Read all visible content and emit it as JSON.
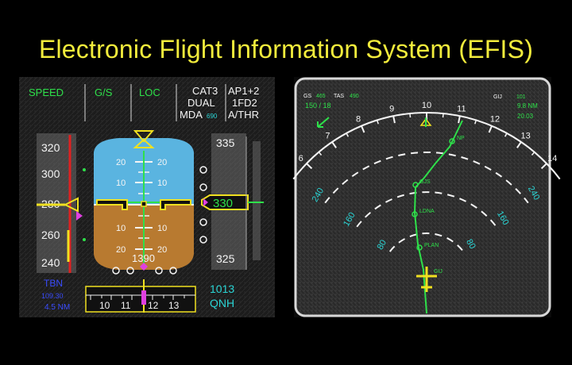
{
  "title": "Electronic Flight Information System (EFIS)",
  "colors": {
    "title": "#f2ec3c",
    "green": "#2ee04a",
    "white": "#f4f4f4",
    "cyan": "#2ad4d4",
    "magenta": "#e040e0",
    "yellow": "#f0e020",
    "red": "#e02020",
    "sky": "#5ab4e0",
    "ground": "#b87a30",
    "panel": "#1e1e1e"
  },
  "pfd": {
    "fma": {
      "speed": "SPEED",
      "gs": "G/S",
      "loc": "LOC",
      "cat": "CAT3",
      "dual": "DUAL",
      "mda": "MDA",
      "mda_value": "690",
      "ap": "AP1+2",
      "fd": "1FD2",
      "athr": "A/THR"
    },
    "speed_tape": [
      "320",
      "300",
      "280",
      "260",
      "240"
    ],
    "pitch_up": [
      "20",
      "10"
    ],
    "pitch_down": [
      "10",
      "20"
    ],
    "alt_tape": {
      "top": "335",
      "current": "330",
      "bottom": "325"
    },
    "radio_alt": "1390",
    "heading": [
      "10",
      "11",
      "12",
      "13"
    ],
    "baro_value": "1013",
    "baro_unit": "QNH",
    "ils_ident": "TBN",
    "ils_freq": "109.30",
    "ils_dme": "4.5 NM"
  },
  "nd": {
    "top_left": {
      "gs_label": "GS",
      "gs": "465",
      "tas_label": "TAS",
      "tas": "490",
      "wind": "150 / 18"
    },
    "top_right": {
      "id": "GIJ",
      "brg": "101",
      "dist": "9.8 NM",
      "time": "20.03"
    },
    "compass": [
      "6",
      "7",
      "8",
      "9",
      "10",
      "11",
      "12",
      "13",
      "14"
    ],
    "range_left": [
      "240",
      "160",
      "80"
    ],
    "range_right": [
      "240",
      "160",
      "80"
    ],
    "waypoints": [
      "NP",
      "GJS",
      "LDNA",
      "PLAN",
      "GIJ"
    ]
  }
}
